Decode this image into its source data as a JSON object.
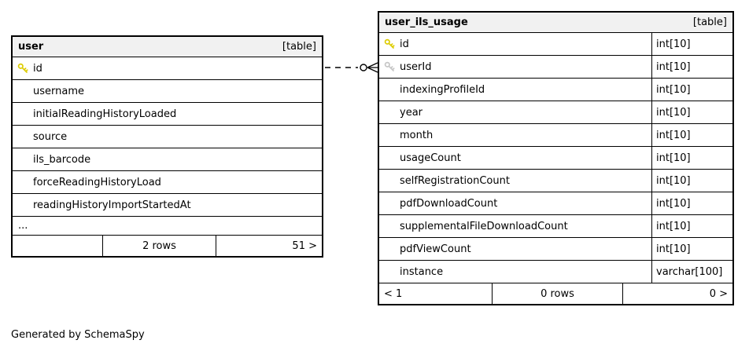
{
  "colors": {
    "header-bg": "#f1f1f1",
    "primary-key": "#ddcc00",
    "foreign-key": "#c6c6c6",
    "line": "#000000"
  },
  "credit": "Generated by SchemaSpy",
  "relationship": {
    "from_table": "user",
    "from_column": "id",
    "to_table": "user_ils_usage",
    "to_column": "userId",
    "line_style": "dashed"
  },
  "tables": [
    {
      "name": "user",
      "tag": "[table]",
      "columns": [
        {
          "name": "id",
          "key": "primary"
        },
        {
          "name": "username",
          "key": ""
        },
        {
          "name": "initialReadingHistoryLoaded",
          "key": ""
        },
        {
          "name": "source",
          "key": ""
        },
        {
          "name": "ils_barcode",
          "key": ""
        },
        {
          "name": "forceReadingHistoryLoad",
          "key": ""
        },
        {
          "name": "readingHistoryImportStartedAt",
          "key": ""
        }
      ],
      "ellipsis": "...",
      "footer": {
        "left": "",
        "center": "2 rows",
        "right": "51 >"
      }
    },
    {
      "name": "user_ils_usage",
      "tag": "[table]",
      "columns": [
        {
          "name": "id",
          "type": "int[10]",
          "key": "primary"
        },
        {
          "name": "userId",
          "type": "int[10]",
          "key": "foreign"
        },
        {
          "name": "indexingProfileId",
          "type": "int[10]",
          "key": ""
        },
        {
          "name": "year",
          "type": "int[10]",
          "key": ""
        },
        {
          "name": "month",
          "type": "int[10]",
          "key": ""
        },
        {
          "name": "usageCount",
          "type": "int[10]",
          "key": ""
        },
        {
          "name": "selfRegistrationCount",
          "type": "int[10]",
          "key": ""
        },
        {
          "name": "pdfDownloadCount",
          "type": "int[10]",
          "key": ""
        },
        {
          "name": "supplementalFileDownloadCount",
          "type": "int[10]",
          "key": ""
        },
        {
          "name": "pdfViewCount",
          "type": "int[10]",
          "key": ""
        },
        {
          "name": "instance",
          "type": "varchar[100]",
          "key": ""
        }
      ],
      "footer": {
        "left": "< 1",
        "center": "0 rows",
        "right": "0 >"
      }
    }
  ]
}
